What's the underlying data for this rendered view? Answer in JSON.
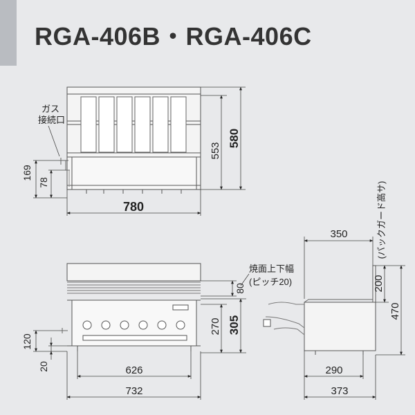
{
  "title": "RGA-406B・RGA-406C",
  "labels": {
    "gas_line1": "ガス",
    "gas_line2": "接続口",
    "grill_line1": "焼面上下幅",
    "grill_line2": "(ピッチ20)",
    "backguard": "(バックガード高サ)"
  },
  "dims": {
    "d780": "780",
    "d553": "553",
    "d580": "580",
    "d169": "169",
    "d78": "78",
    "d350": "350",
    "d200": "200",
    "d470": "470",
    "d80": "80",
    "d270": "270",
    "d305": "305",
    "d120": "120",
    "d20": "20",
    "d626": "626",
    "d732": "732",
    "d290": "290",
    "d373": "373"
  }
}
